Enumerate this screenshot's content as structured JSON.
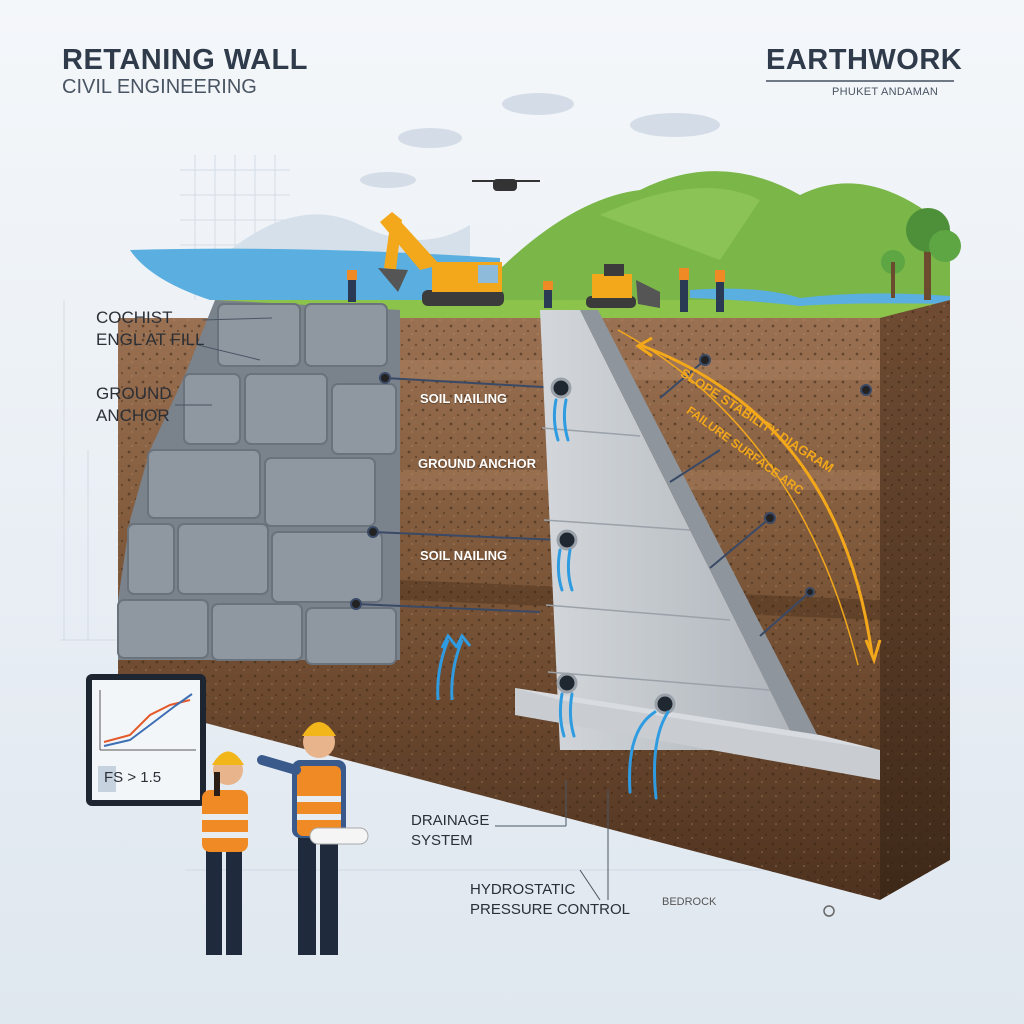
{
  "header": {
    "title": "RETANING WALL",
    "subtitle": "CIVIL ENGINEERING",
    "brand": "EARTHWORK",
    "location": "PHUKET ANDAMAN"
  },
  "left_callouts": {
    "backfill": "COCHIST\nENGL'AT FILL",
    "anchor": "GROUND\nANCHOR"
  },
  "layer_labels": {
    "top_nailing": "SOIL NAILING",
    "anchor": "GROUND ANCHOR",
    "lower_nailing": "SOIL NAILING"
  },
  "stability": {
    "diagram": "SLOPE STABILITY DIAGRAM",
    "arc": "FAILURE SURFACE ARC"
  },
  "monitor": {
    "reading": "FS > 1.5"
  },
  "bottom_callouts": {
    "drainage": "DRAINAGE\nSYSTEM",
    "pressure": "HYDROSTATIC\nPRESSURE CONTROL",
    "bedrock": "BEDROCK"
  },
  "colors": {
    "sky": "#e9eff5",
    "hill": "#7ab648",
    "water": "#5aaee0",
    "soil_top": "#8a6446",
    "soil_dark": "#5a3b26",
    "block": "#8a929c",
    "concrete": "#c4c9ce",
    "accent_arc": "#f2a81a",
    "drain_water": "#2f9be0",
    "hi_vis": "#f08a24"
  }
}
